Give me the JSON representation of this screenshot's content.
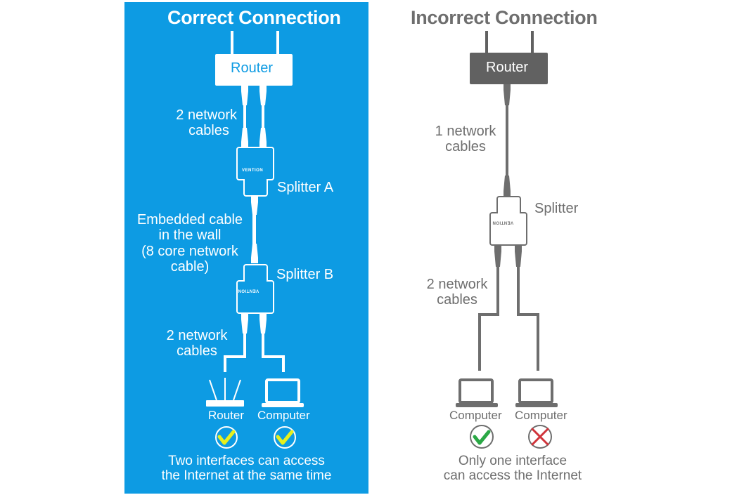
{
  "colors": {
    "correct_bg": "#0d9be3",
    "correct_fg": "#ffffff",
    "incorrect_fg": "#6e6e6e",
    "incorrect_router": "#616161",
    "check_yellow": "#e6f01e",
    "check_green": "#2aa845",
    "cross_red": "#d0343b"
  },
  "correct": {
    "title": "Correct Connection",
    "router_label": "Router",
    "cables_top_line1": "2 network",
    "cables_top_line2": "cables",
    "splitter_a": "Splitter A",
    "splitter_brand": "VENTION",
    "embedded_line1": "Embedded cable",
    "embedded_line2": "in the wall",
    "embedded_line3": "(8 core network",
    "embedded_line4": "cable)",
    "splitter_b": "Splitter B",
    "cables_bottom_line1": "2 network",
    "cables_bottom_line2": "cables",
    "device1_label": "Router",
    "device1_status": "check",
    "device2_label": "Computer",
    "device2_status": "check",
    "caption_line1": "Two interfaces can access",
    "caption_line2": "the Internet at the same time"
  },
  "incorrect": {
    "title": "Incorrect Connection",
    "router_label": "Router",
    "cables_top_line1": "1 network",
    "cables_top_line2": "cables",
    "splitter": "Splitter",
    "splitter_brand": "VENTION",
    "cables_bottom_line1": "2 network",
    "cables_bottom_line2": "cables",
    "device1_label": "Computer",
    "device1_status": "check",
    "device2_label": "Computer",
    "device2_status": "cross",
    "caption_line1": "Only one interface",
    "caption_line2": "can access the Internet"
  }
}
